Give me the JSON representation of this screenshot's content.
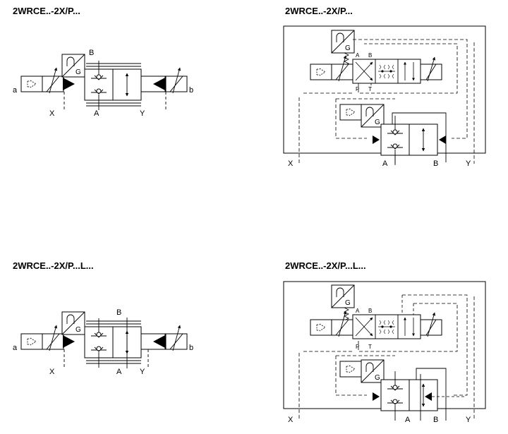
{
  "titles": {
    "top_left": "2WRCE..-2X/P...",
    "top_right": "2WRCE..-2X/P...",
    "bottom_left": "2WRCE..-2X/P...L...",
    "bottom_right": "2WRCE..-2X/P...L..."
  },
  "ports": {
    "a": "a",
    "b": "b",
    "X": "X",
    "Y": "Y",
    "A": "A",
    "B": "B",
    "P": "P",
    "T": "T",
    "G": "G"
  }
}
